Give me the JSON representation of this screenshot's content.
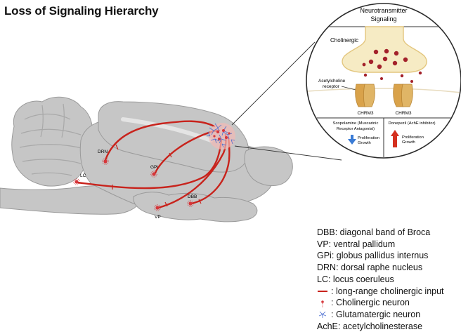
{
  "title": "Loss of Signaling Hierarchy",
  "inset": {
    "header_line1": "Neurotransmitter",
    "header_line2": "Signaling",
    "cholinergic_label": "Cholinergic",
    "receptor_label_line1": "Acetylcholine",
    "receptor_label_line2": "receptor",
    "receptor1_label": "CHRM3",
    "receptor2_label": "CHRM3",
    "left_panel": {
      "title_line1": "Scopolamine (Muscarinic",
      "title_line2": "Receptor Antagonist)",
      "effect_line1": "Proliferation",
      "effect_line2": "Growth",
      "arrow_direction": "down",
      "arrow_color": "#3a7bd5"
    },
    "right_panel": {
      "title_line1": "Donepezil (AchE inhibitor)",
      "effect_line1": "Proliferation",
      "effect_line2": "Growth",
      "arrow_direction": "up",
      "arrow_color": "#d4301f"
    }
  },
  "brain_labels": {
    "drn": "DRN",
    "gpi": "GPi",
    "lc": "LC",
    "vp": "VP",
    "dbb": "DBB"
  },
  "legend": {
    "dbb": "DBB: diagonal band of Broca",
    "vp": "VP: ventral pallidum",
    "gpi": "GPi: globus pallidus internus",
    "drn": "DRN: dorsal raphe nucleus",
    "lc": "LC: locus coeruleus",
    "long_range": ": long-range cholinergic input",
    "cholinergic": ": Cholinergic neuron",
    "glutamatergic": ": Glutamatergic neuron",
    "ache": "AchE: acetylcholinesterase"
  },
  "colors": {
    "projection": "#c8231c",
    "brain_fill": "#c6c6c6",
    "brain_stroke": "#9a9a9a",
    "synapse_fill": "#f6ebc4",
    "vesicle": "#a3212a",
    "receptor": "#d9a24a"
  }
}
